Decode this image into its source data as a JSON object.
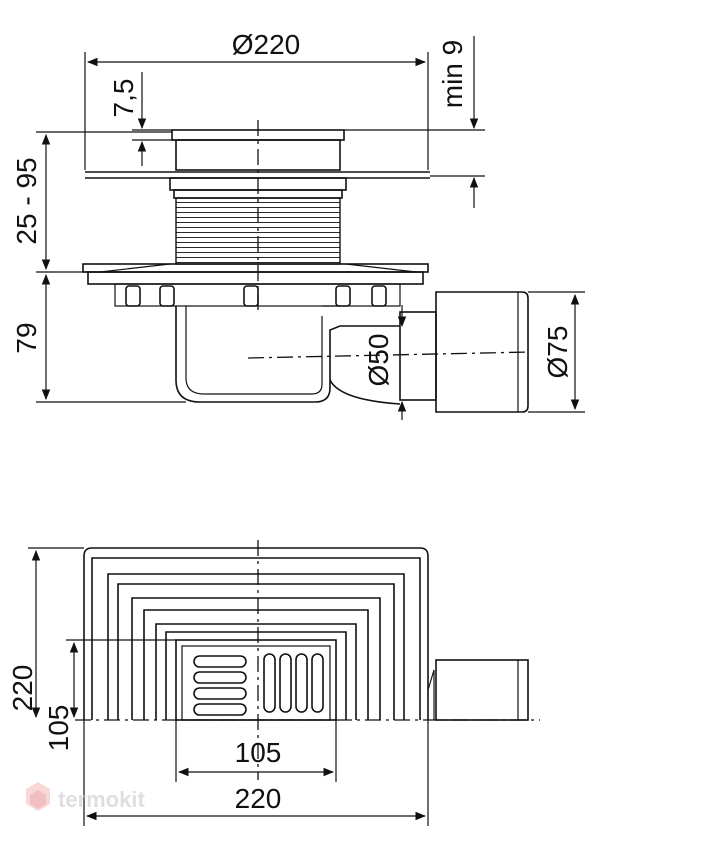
{
  "top_view_dimensions": {
    "overall_diameter": "Ø220",
    "min_clearance": "min 9",
    "flange_step": "7,5",
    "height_range": "25 - 95",
    "body_depth": "79",
    "outlet_inner": "Ø50",
    "outlet_outer": "Ø75"
  },
  "plan_view_dimensions": {
    "outer_height": "220",
    "grate_height": "105",
    "grate_width": "105",
    "outer_width": "220"
  },
  "watermark": {
    "text": "termokit"
  }
}
